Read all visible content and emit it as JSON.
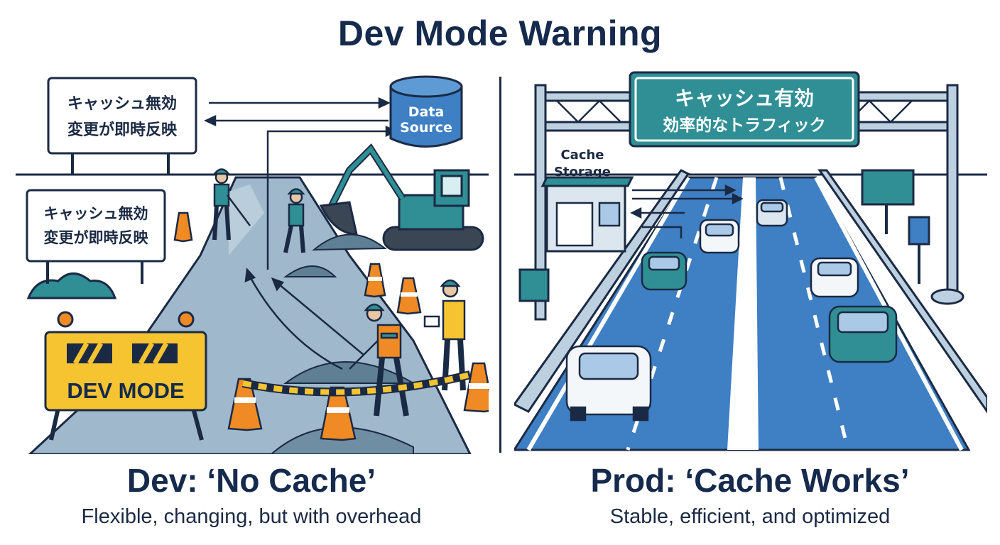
{
  "header": {
    "title": "Dev Mode Warning"
  },
  "dev": {
    "sign_top_line1": "キャッシュ無効",
    "sign_top_line2": "変更が即時反映",
    "sign_mid_line1": "キャッシュ無効",
    "sign_mid_line2": "変更が即時反映",
    "data_source_line1": "Data",
    "data_source_line2": "Source",
    "barrier_label": "DEV MODE",
    "caption_title": "Dev: ‘No Cache’",
    "caption_subtitle": "Flexible, changing, but with overhead"
  },
  "prod": {
    "gantry_line1": "キャッシュ有効",
    "gantry_line2": "効率的なトラフィック",
    "storage_line1": "Cache",
    "storage_line2": "Storage",
    "caption_title": "Prod: ‘Cache Works’",
    "caption_subtitle": "Stable, efficient, and optimized"
  },
  "colors": {
    "navy": "#152a4c",
    "teal": "#2f8f94",
    "road_blue": "#3f7fc4",
    "warning_yellow": "#f6c431",
    "cone_orange": "#f08a24"
  }
}
